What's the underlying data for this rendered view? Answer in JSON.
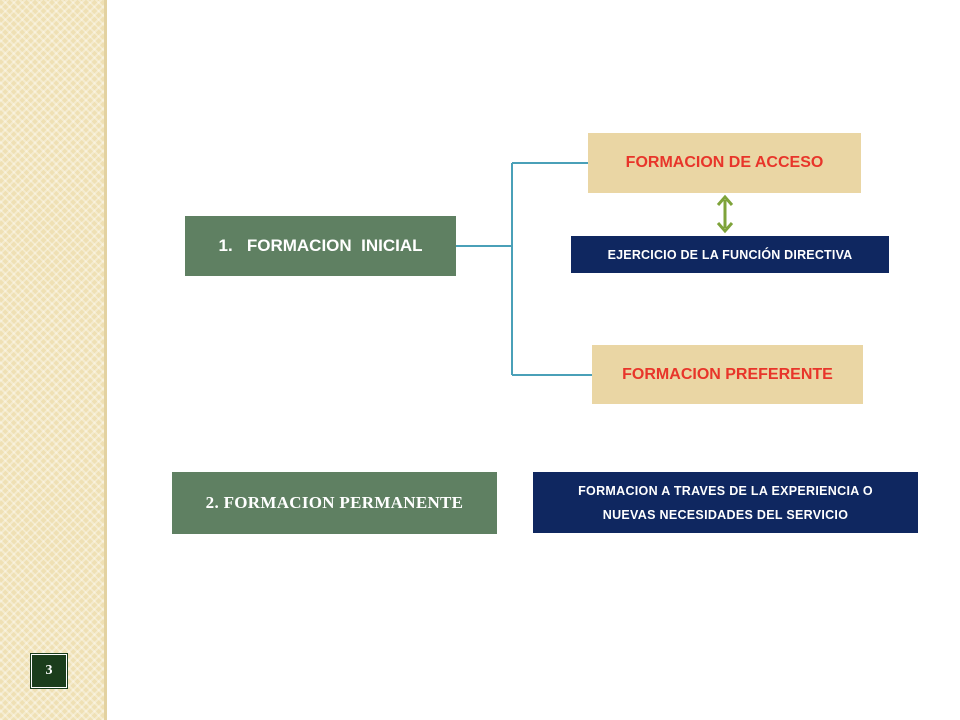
{
  "slide": {
    "page_number": "3"
  },
  "diagram": {
    "formacion_inicial": "1.   FORMACION  INICIAL",
    "formacion_acceso": "FORMACION DE ACCESO",
    "ejercicio_funcion": "EJERCICIO DE LA FUNCIÓN DIRECTIVA",
    "formacion_preferente": "FORMACION  PREFERENTE",
    "formacion_permanente": "2.  FORMACION PERMANENTE",
    "formacion_experiencia_line1": "FORMACION A TRAVES DE LA  EXPERIENCIA  O",
    "formacion_experiencia_line2": "NUEVAS  NECESIDADES  DEL  SERVICIO"
  },
  "colors": {
    "green": "#5f8062",
    "tan": "#ead6a4",
    "navy": "#0f2760",
    "red_text": "#e8352a",
    "connector": "#4aa0b8",
    "arrow": "#7ea33a"
  },
  "icons": {
    "arrow": "double-vertical-arrow-icon"
  }
}
